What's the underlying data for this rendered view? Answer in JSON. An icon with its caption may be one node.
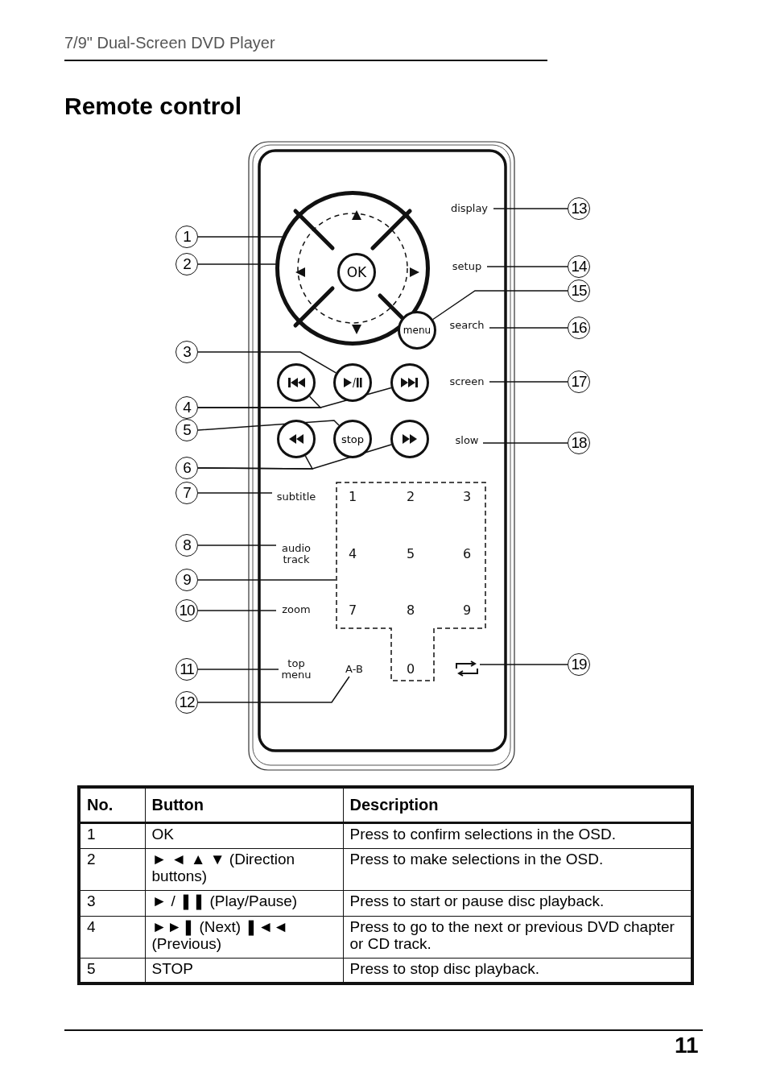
{
  "diagram": {
    "title": "Remote control",
    "nodes": [
      {
        "text": [],
        "shape": "box"
      },
      {
        "text": [],
        "shape": "circle",
        "in": 0
      },
      {
        "text": [],
        "shape": "triangle",
        "in": 1
      },
      {
        "text": [],
        "shape": "triangle",
        "in": 1
      },
      {
        "text": [],
        "shape": "triangle",
        "in": 1
      },
      {
        "text": [],
        "shape": "triangle",
        "in": 1
      },
      {
        "text": [
          "OK"
        ],
        "in": 1
      },
      {
        "text": [
          "menu"
        ],
        "in": 0
      },
      {
        "text": [
          "display"
        ],
        "in": 0
      },
      {
        "text": [
          "setup"
        ],
        "in": 0
      },
      {
        "text": [
          "search"
        ],
        "in": 0
      },
      {
        "text": [],
        "shape": "circle",
        "in": 0
      },
      {
        "text": [],
        "shape": "circle",
        "in": 0
      },
      {
        "text": [],
        "shape": "circle",
        "in": 0
      },
      {
        "text": [
          "screen"
        ],
        "in": 0
      },
      {
        "text": [],
        "shape": "circle",
        "in": 0
      },
      {
        "text": [
          "stop"
        ],
        "in": 0
      },
      {
        "text": [],
        "shape": "circle",
        "in": 0
      },
      {
        "text": [
          "slow"
        ],
        "in": 0
      },
      {
        "text": [
          "subtitle"
        ],
        "in": 0
      },
      {
        "text": [],
        "shape": "box",
        "in": 0
      },
      {
        "text": [
          "1"
        ],
        "in": 20
      },
      {
        "text": [
          "2"
        ],
        "in": 20
      },
      {
        "text": [
          "3"
        ],
        "in": 20
      },
      {
        "text": [
          "4"
        ],
        "in": 20
      },
      {
        "text": [
          "5"
        ],
        "in": 20
      },
      {
        "text": [
          "6"
        ],
        "in": 20
      },
      {
        "text": [
          "7"
        ],
        "in": 20
      },
      {
        "text": [
          "8"
        ],
        "in": 20
      },
      {
        "text": [
          "9"
        ],
        "in": 20
      },
      {
        "text": [
          "0"
        ],
        "in": 20
      },
      {
        "text": [
          "audio track"
        ],
        "in": 0
      },
      {
        "text": [
          "zoom"
        ],
        "in": 0
      },
      {
        "text": [
          "top menu"
        ],
        "in": 0
      },
      {
        "text": [
          "A-B"
        ],
        "in": 0
      },
      {
        "text": [],
        "shape": "icon",
        "in": 0
      },
      {
        "text": [
          "1"
        ]
      },
      {
        "text": [
          "2"
        ]
      },
      {
        "text": [
          "3"
        ]
      },
      {
        "text": [
          "4"
        ]
      },
      {
        "text": [
          "5"
        ]
      },
      {
        "text": [
          "6"
        ]
      },
      {
        "text": [
          "7"
        ]
      },
      {
        "text": [
          "8"
        ]
      },
      {
        "text": [
          "9"
        ]
      },
      {
        "text": [
          "10"
        ]
      },
      {
        "text": [
          "11"
        ]
      },
      {
        "text": [
          "12"
        ]
      },
      {
        "text": [
          "13"
        ]
      },
      {
        "text": [
          "14"
        ]
      },
      {
        "text": [
          "15"
        ]
      },
      {
        "text": [
          "16"
        ]
      },
      {
        "text": [
          "17"
        ]
      },
      {
        "text": [
          "18"
        ]
      },
      {
        "text": [
          "19"
        ]
      }
    ],
    "edges": [
      {
        "from": 36,
        "to": 6,
        "arrow": "none"
      },
      {
        "from": 37,
        "to": 3,
        "arrow": "none"
      },
      {
        "from": 38,
        "to": 12,
        "arrow": "none"
      },
      {
        "from": 39,
        "to": 11,
        "arrow": "none"
      },
      {
        "from": 39,
        "to": 13,
        "arrow": "none"
      },
      {
        "from": 40,
        "to": 16,
        "arrow": "none"
      },
      {
        "from": 41,
        "to": 15,
        "arrow": "none"
      },
      {
        "from": 41,
        "to": 17,
        "arrow": "none"
      },
      {
        "from": 42,
        "to": 19,
        "arrow": "none"
      },
      {
        "from": 43,
        "to": 31,
        "arrow": "none"
      },
      {
        "from": 44,
        "to": 20,
        "arrow": "none"
      },
      {
        "from": 45,
        "to": 32,
        "arrow": "none"
      },
      {
        "from": 46,
        "to": 33,
        "arrow": "none"
      },
      {
        "from": 47,
        "to": 34,
        "arrow": "none"
      },
      {
        "from": 48,
        "to": 8,
        "arrow": "none"
      },
      {
        "from": 49,
        "to": 9,
        "arrow": "none"
      },
      {
        "from": 50,
        "to": 7,
        "arrow": "none"
      },
      {
        "from": 51,
        "to": 10,
        "arrow": "none"
      },
      {
        "from": 52,
        "to": 14,
        "arrow": "none"
      },
      {
        "from": 53,
        "to": 18,
        "arrow": "none"
      },
      {
        "from": 54,
        "to": 35,
        "arrow": "none"
      }
    ],
    "labels": [
      "7/9\" Dual-Screen DVD Player",
      "No.",
      "Button",
      "Description",
      "1",
      "OK",
      "Press to confirm selections in the OSD.",
      "2",
      "► ◄ ▲ ▼ (Direction buttons)",
      "Press to make selections in the OSD.",
      "3",
      "► / ❚❚ (Play/Pause)",
      "Press to start or pause disc playback.",
      "4",
      "►►❚ (Next) ❚◄◄ (Previous)",
      "Press to go to the next or previous DVD chapter or CD track.",
      "5",
      "STOP",
      "Press to stop disc playback.",
      "11"
    ]
  }
}
